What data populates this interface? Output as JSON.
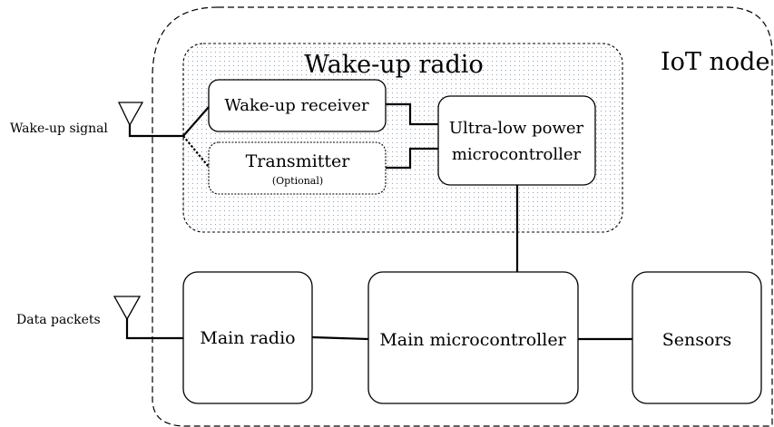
{
  "diagram": {
    "iot_node_label": "IoT node",
    "wakeup_radio_label": "Wake-up radio",
    "wakeup_signal_label": "Wake-up signal",
    "data_packets_label": "Data packets",
    "wakeup_receiver_label": "Wake-up receiver",
    "transmitter_label": "Transmitter",
    "transmitter_note": "(Optional)",
    "ulp_mcu_line1": "Ultra-low power",
    "ulp_mcu_line2": "microcontroller",
    "main_radio_label": "Main radio",
    "main_mcu_label": "Main microcontroller",
    "sensors_label": "Sensors"
  }
}
